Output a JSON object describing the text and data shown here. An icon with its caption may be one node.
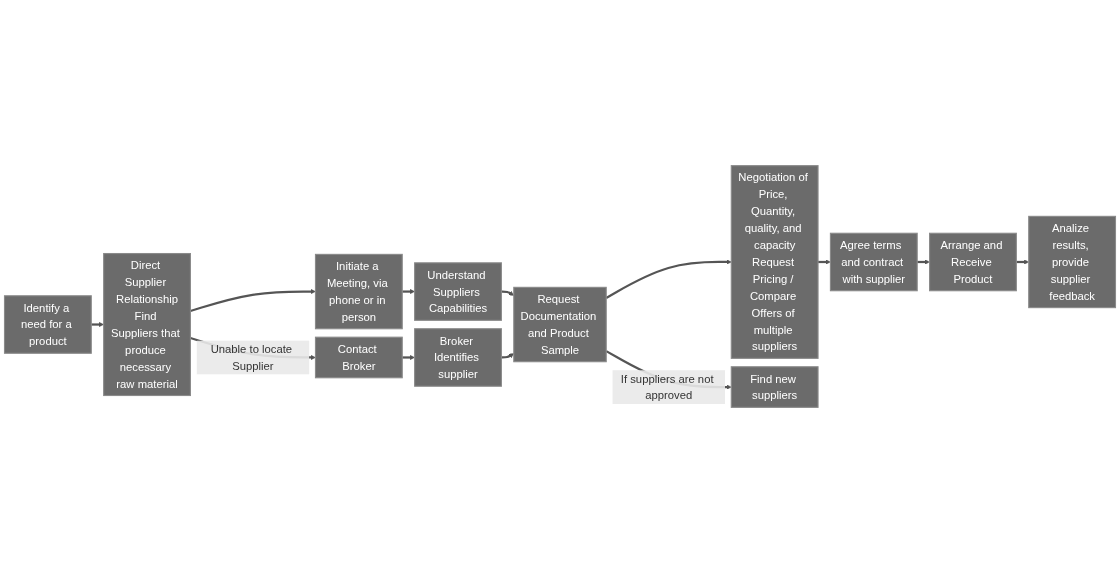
{
  "diagram": {
    "nodes": [
      {
        "text": [
          "Identify a need for a product"
        ]
      },
      {
        "text": [
          "Direct Supplier Relationship",
          "Find Suppliers that produce necessary raw material"
        ]
      },
      {
        "text": [
          "Initiate a Meeting, via phone or in person"
        ]
      },
      {
        "text": [
          "Understand Suppliers Capabilities"
        ]
      },
      {
        "text": [
          "Request Documentation and Product Sample"
        ]
      },
      {
        "text": [
          "Negotiation of Price, Quantity, quality, and capacity",
          "Request Pricing / Compare Offers of multiple suppliers"
        ]
      },
      {
        "text": [
          "Agree terms  and contract with supplier"
        ]
      },
      {
        "text": [
          "Arrange and Receive Product"
        ]
      },
      {
        "text": [
          "Analize results, provide supplier feedback"
        ]
      },
      {
        "text": [
          "Contact Broker"
        ]
      },
      {
        "text": [
          "Broker Identifies supplier"
        ]
      },
      {
        "text": [
          "Find new suppliers"
        ]
      }
    ],
    "edges": [
      {
        "from": 0,
        "to": 1,
        "arrow": "to"
      },
      {
        "from": 1,
        "to": 2,
        "arrow": "to"
      },
      {
        "from": 1,
        "to": 9,
        "arrow": "to",
        "label": "Unable to locate Supplier"
      },
      {
        "from": 2,
        "to": 3,
        "arrow": "to"
      },
      {
        "from": 3,
        "to": 4,
        "arrow": "to"
      },
      {
        "from": 9,
        "to": 10,
        "arrow": "to"
      },
      {
        "from": 10,
        "to": 4,
        "arrow": "to"
      },
      {
        "from": 4,
        "to": 5,
        "arrow": "to"
      },
      {
        "from": 5,
        "to": 6,
        "arrow": "to"
      },
      {
        "from": 6,
        "to": 7,
        "arrow": "to"
      },
      {
        "from": 7,
        "to": 8,
        "arrow": "to"
      },
      {
        "from": 4,
        "to": 11,
        "arrow": "to",
        "label": "If suppliers are not approved"
      }
    ]
  }
}
